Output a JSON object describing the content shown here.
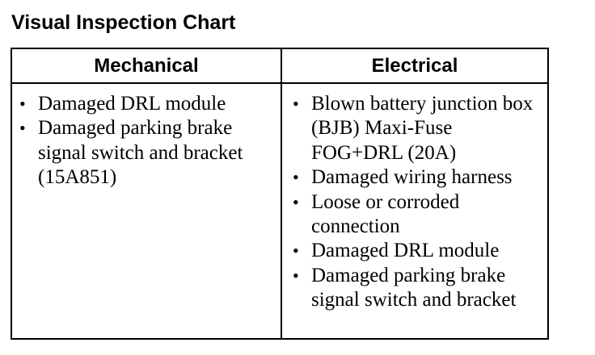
{
  "title": "Visual Inspection Chart",
  "table": {
    "headers": {
      "mechanical": "Mechanical",
      "electrical": "Electrical"
    },
    "bullet": "•",
    "mechanical_items": [
      "Damaged DRL module",
      "Damaged parking brake signal switch and bracket (15A851)"
    ],
    "electrical_items": [
      "Blown battery junction box (BJB) Maxi-Fuse FOG+DRL (20A)",
      "Damaged wiring harness",
      "Loose or corroded connection",
      "Damaged DRL module",
      "Damaged parking brake signal switch and bracket"
    ]
  }
}
